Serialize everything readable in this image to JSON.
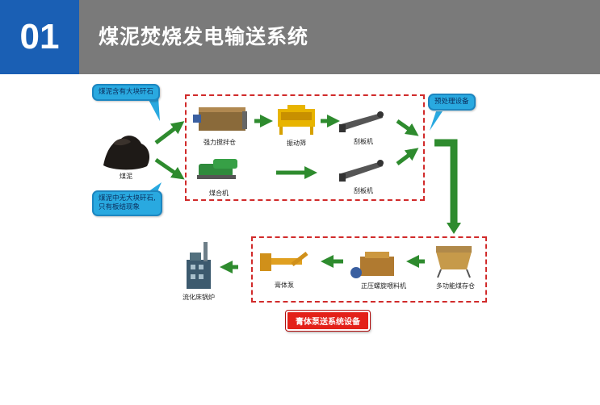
{
  "header": {
    "number": "01",
    "title": "煤泥焚烧发电输送系统"
  },
  "callouts": {
    "top_left": "煤泥含有大块矸石",
    "bottom_left": "煤泥中无大块矸石,\n只有板结现象",
    "pretreat": "预处理设备",
    "pump_system": "膏体泵送系统设备"
  },
  "labels": {
    "sludge": "煤泥",
    "mixer": "强力搅拌仓",
    "screen": "振动筛",
    "scraper1": "刮板机",
    "scraper2": "刮板机",
    "coal_machine": "煤合机",
    "paste_pump": "膏体泵",
    "screw_feeder": "正压螺旋喂料机",
    "storage_bin": "多功能煤存仓",
    "boiler": "流化床锅炉"
  },
  "colors": {
    "accent_blue": "#1a5fb4",
    "header_gray": "#7a7a7a",
    "arrow_green": "#2e8b2e",
    "dash_red": "#d12b2b"
  }
}
